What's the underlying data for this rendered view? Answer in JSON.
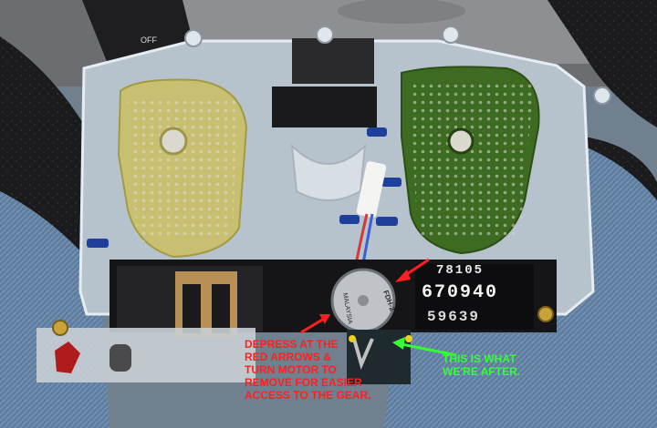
{
  "photo": {
    "subject": "instrument cluster circuit boards and odometer motor",
    "colors": {
      "board_left": "#c8c070",
      "board_right": "#3e6b22",
      "housing": "#b6c2cc",
      "jeans": "#5f7d9e",
      "annotation_red": "#ff1f1f",
      "annotation_green": "#33ff33"
    }
  },
  "dash_labels": {
    "off": "OFF"
  },
  "motor_labels": {
    "top": "FDH-2",
    "side": "MALAYSIA"
  },
  "odometer_digits": {
    "row1": "78105",
    "row2": "670940",
    "row3": "59639"
  },
  "annotations": {
    "red_lines": [
      "DEPRESS AT THE",
      "RED ARROWS &",
      "TURN MOTOR TO",
      "REMOVE FOR EASIER",
      "ACCESS TO THE GEAR."
    ],
    "green_lines": [
      "THIS IS WHAT",
      "WE'RE AFTER."
    ]
  }
}
